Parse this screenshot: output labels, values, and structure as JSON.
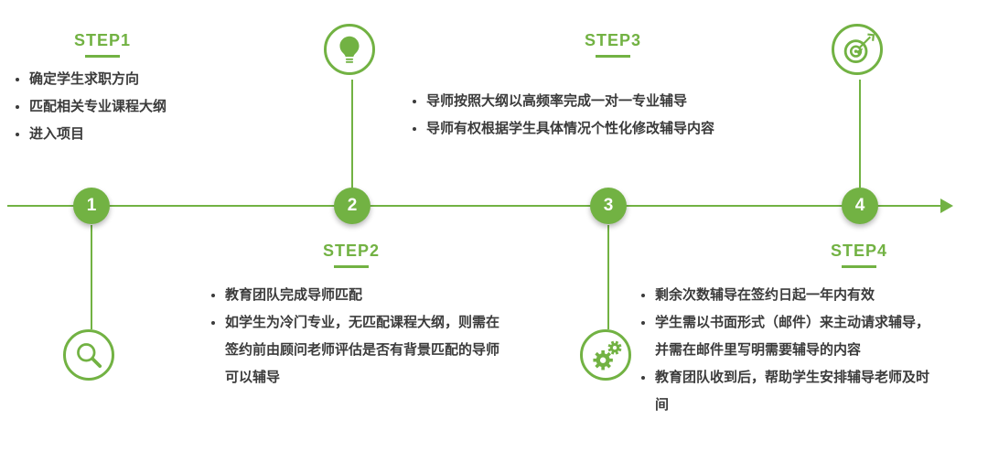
{
  "colors": {
    "accent": "#72b243",
    "text": "#3b3b3b"
  },
  "timeline": {
    "steps": [
      {
        "number": "1",
        "label": "STEP1",
        "icon": "magnifier-icon",
        "bullets": [
          "确定学生求职方向",
          "匹配相关专业课程大纲",
          "进入项目"
        ]
      },
      {
        "number": "2",
        "label": "STEP2",
        "icon": "lightbulb-icon",
        "bullets": [
          "教育团队完成导师匹配",
          "如学生为冷门专业，无匹配课程大纲，则需在签约前由顾问老师评估是否有背景匹配的导师可以辅导"
        ]
      },
      {
        "number": "3",
        "label": "STEP3",
        "icon": "gears-icon",
        "bullets": [
          "导师按照大纲以高频率完成一对一专业辅导",
          "导师有权根据学生具体情况个性化修改辅导内容"
        ]
      },
      {
        "number": "4",
        "label": "STEP4",
        "icon": "target-icon",
        "bullets": [
          "剩余次数辅导在签约日起一年内有效",
          "学生需以书面形式（邮件）来主动请求辅导，并需在邮件里写明需要辅导的内容",
          "教育团队收到后，帮助学生安排辅导老师及时间"
        ]
      }
    ]
  }
}
